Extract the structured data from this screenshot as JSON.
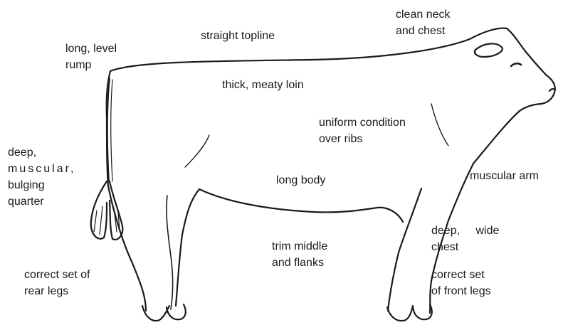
{
  "labels": {
    "clean_neck": [
      "clean neck",
      "and chest"
    ],
    "topline": [
      "straight topline"
    ],
    "rump": [
      "long, level",
      "rump"
    ],
    "loin": [
      "thick, meaty loin"
    ],
    "condition": [
      "uniform condition",
      "over ribs"
    ],
    "quarter": [
      "deep,",
      "muscular,",
      "bulging",
      "quarter"
    ],
    "body": [
      "long body"
    ],
    "arm": [
      "muscular arm"
    ],
    "chest": [
      "deep,  wide",
      "chest"
    ],
    "middle": [
      "trim middle",
      "and flanks"
    ],
    "rear_legs": [
      "correct set of",
      "rear legs"
    ],
    "front_legs": [
      "correct set",
      "of front legs"
    ]
  },
  "colors": {
    "ink": "#1a1a1a",
    "background": "#ffffff"
  }
}
